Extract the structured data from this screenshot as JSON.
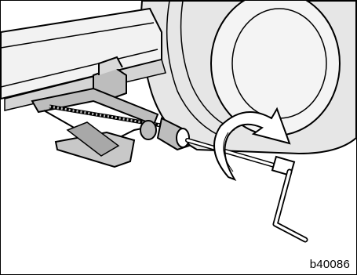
{
  "figure": {
    "reference_code": "b40086",
    "depicts": [
      "vehicle-body",
      "tire",
      "scissor-jack",
      "jack-handle",
      "rotation-arrow"
    ],
    "colors": {
      "line": "#000000",
      "tire_fill": "#e6e6e6",
      "body_fill": "#f2f2f2",
      "jack_fill": "#bdbdbd",
      "arrow_fill": "#ffffff",
      "background": "#ffffff"
    }
  }
}
